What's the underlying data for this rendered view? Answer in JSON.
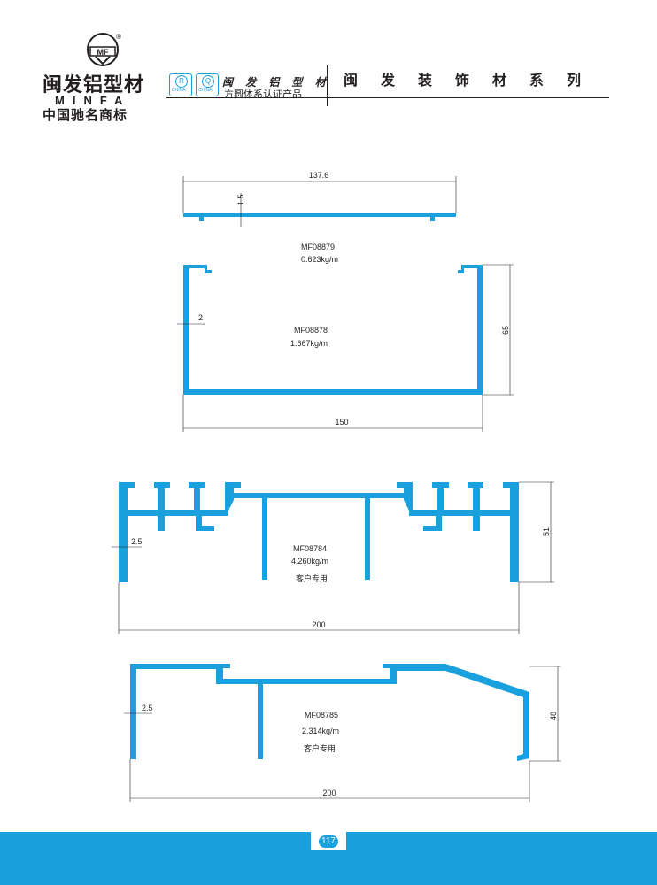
{
  "brand": {
    "logo_monogram": "MF",
    "registered_mark": "®",
    "name_cn": "闽发铝型材",
    "name_en": "MINFA",
    "slogan": "中国驰名商标"
  },
  "certification": {
    "badges": [
      {
        "letter": "R",
        "caption": "CHINA"
      },
      {
        "letter": "Q",
        "caption": "CHINA"
      }
    ],
    "title": "闽 发 铝 型 材",
    "subtitle": "方圆体系认证产品"
  },
  "series_title": "闽发装饰材系列",
  "colors": {
    "profile_fill": "#1aa0dc",
    "ink": "#231f20",
    "footer": "#1aa0dc"
  },
  "profiles": [
    {
      "code": "MF08879",
      "weight": "0.623kg/m",
      "dims": {
        "width": "137.6",
        "thickness": "1.5"
      }
    },
    {
      "code": "MF08878",
      "weight": "1.667kg/m",
      "dims": {
        "width": "150",
        "height": "65",
        "wall": "2"
      }
    },
    {
      "code": "MF08784",
      "weight": "4.260kg/m",
      "note": "客户专用",
      "dims": {
        "width": "200",
        "height": "51",
        "wall": "2.5"
      }
    },
    {
      "code": "MF08785",
      "weight": "2.314kg/m",
      "note": "客户专用",
      "dims": {
        "width": "200",
        "height": "48",
        "wall": "2.5"
      }
    }
  ],
  "page_number": "117"
}
